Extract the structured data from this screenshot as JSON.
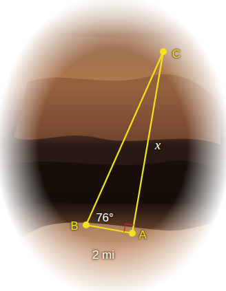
{
  "diagram": {
    "labels": [
      "C",
      "x",
      "76°",
      "B",
      "A",
      "2 mi"
    ]
  }
}
